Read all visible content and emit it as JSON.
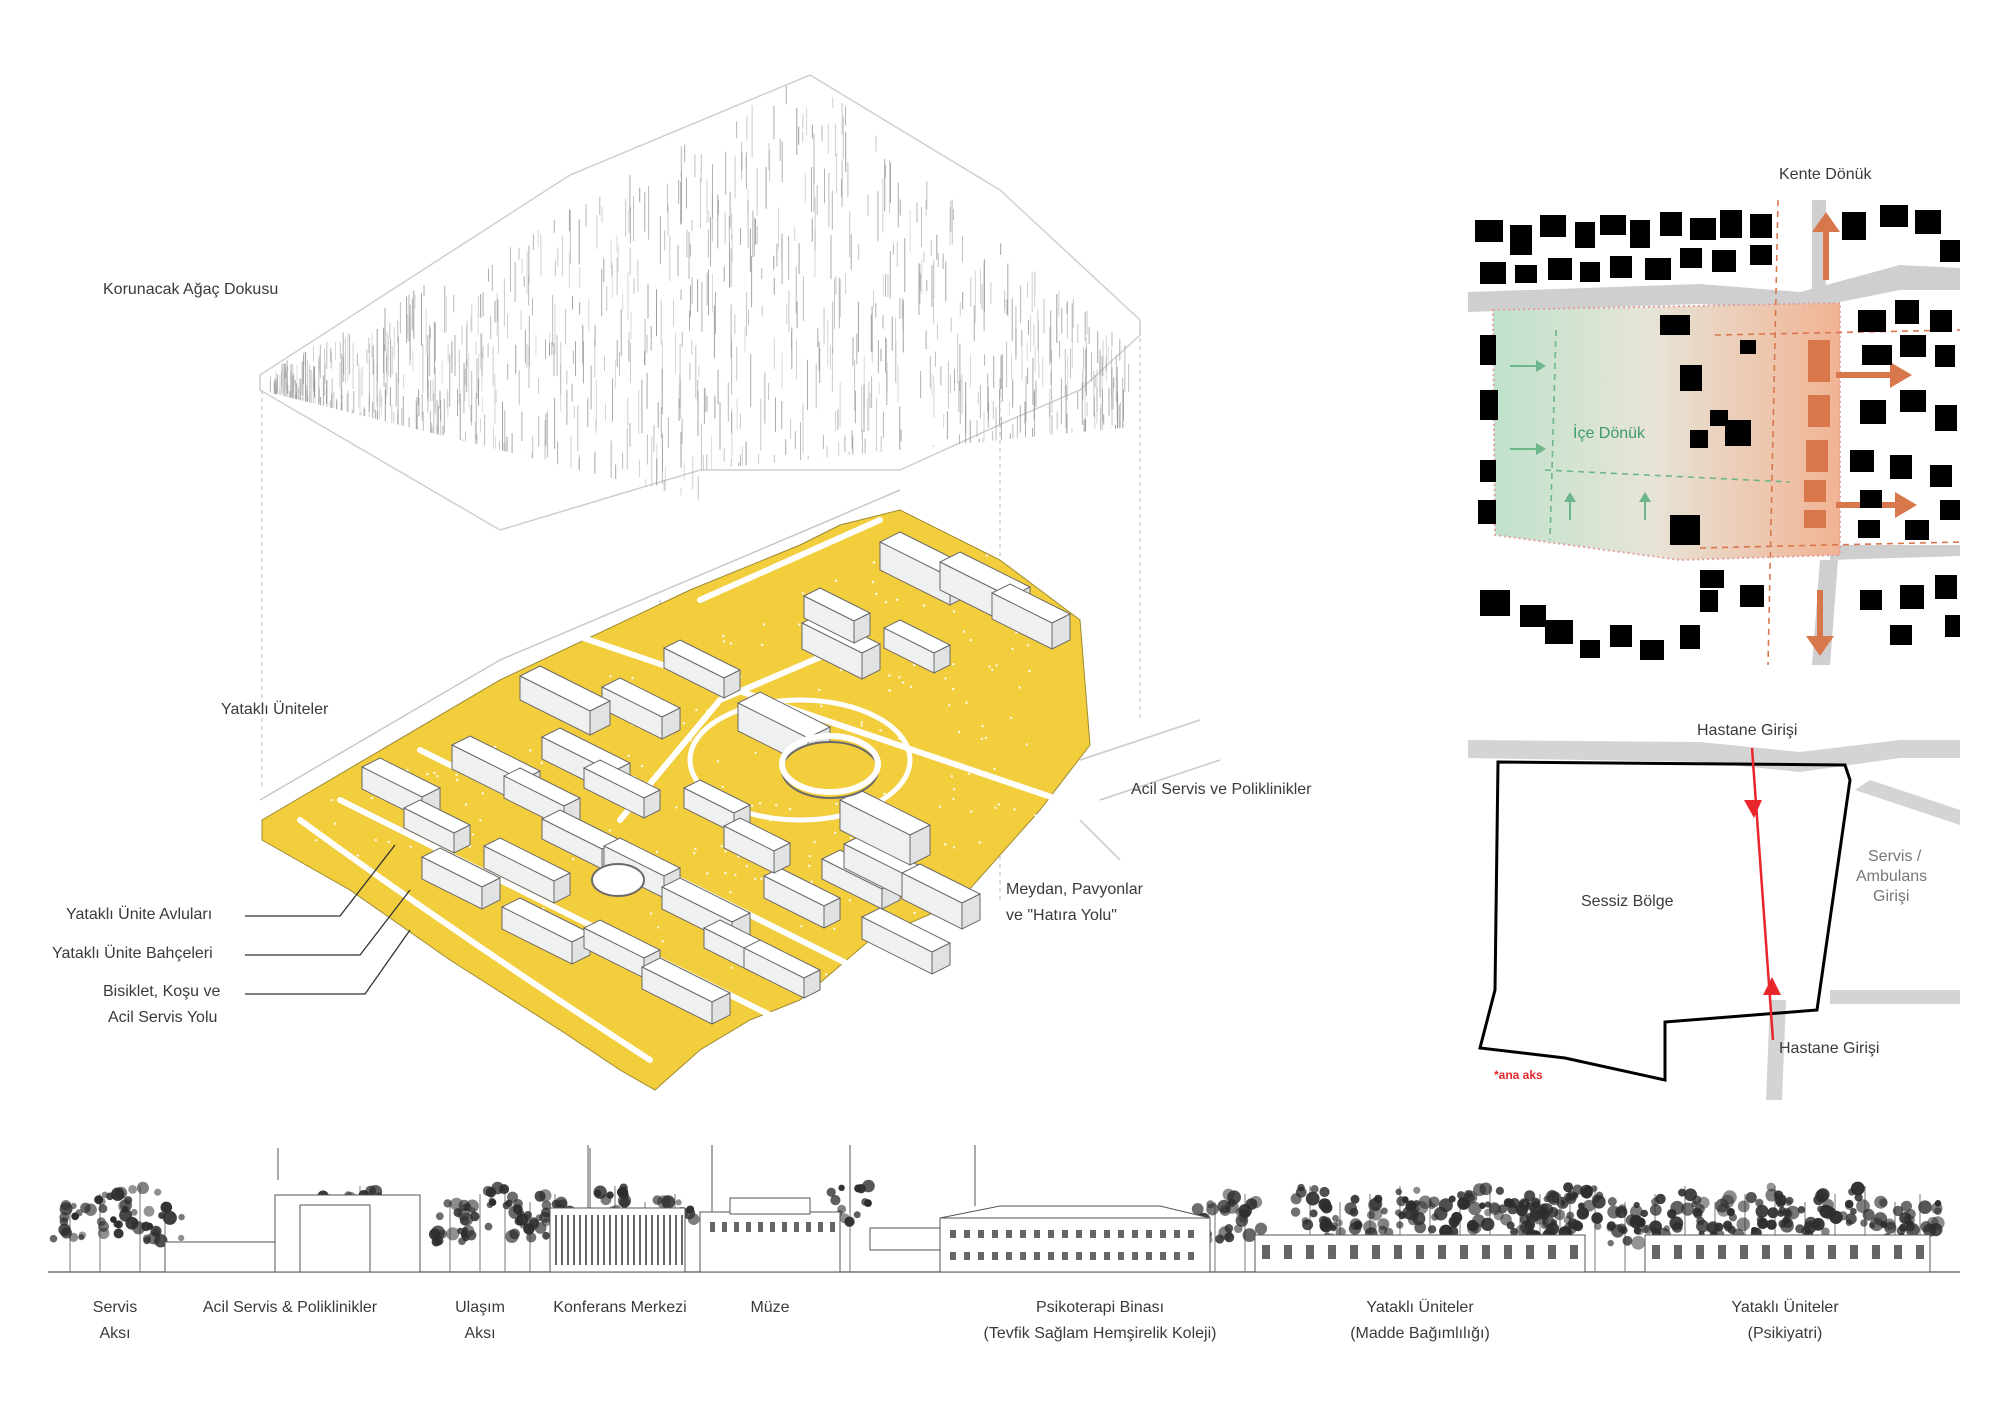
{
  "axonometric": {
    "labels": {
      "trees": "Korunacak Ağaç Dokusu",
      "wards": "Yataklı Üniteler",
      "emergency": "Acil Servis ve Poliklinikler",
      "square_line1": "Meydan, Pavyonlar",
      "square_line2": "ve \"Hatıra Yolu\"",
      "courtyards": "Yataklı Ünite Avluları",
      "gardens": "Yataklı Ünite Bahçeleri",
      "bike_line1": "Bisiklet, Koşu ve",
      "bike_line2": "Acil Servis Yolu"
    },
    "colors": {
      "ground": "#f2cd3c",
      "lines": "#555555",
      "buildings": "#ffffff"
    }
  },
  "site_plan": {
    "top_label": "Kente Dönük",
    "inner_label": "İçe Dönük",
    "colors": {
      "green_zone": "#9ed1b3",
      "orange_zone": "#e8a07a",
      "arrow": "#d9774c",
      "buildings": "#000000",
      "roads": "#cfcfcf"
    }
  },
  "access_plan": {
    "entrance_top": "Hastane Girişi",
    "entrance_bottom": "Hastane Girişi",
    "quiet_zone": "Sessiz Bölge",
    "service_line1": "Servis /",
    "service_line2": "Ambulans",
    "service_line3": "Girişi",
    "legend": "*ana aks",
    "colors": {
      "axis": "#e8262b",
      "boundary": "#000000",
      "roads": "#d4d4d4"
    }
  },
  "section": {
    "labels": [
      {
        "line1": "Servis",
        "line2": "Aksı"
      },
      {
        "line1": "Acil Servis & Poliklinikler",
        "line2": ""
      },
      {
        "line1": "Ulaşım",
        "line2": "Aksı"
      },
      {
        "line1": "Konferans Merkezi",
        "line2": ""
      },
      {
        "line1": "Müze",
        "line2": ""
      },
      {
        "line1": "Psikoterapi Binası",
        "line2": "(Tevfik Sağlam Hemşirelik Koleji)"
      },
      {
        "line1": "Yataklı Üniteler",
        "line2": "(Madde Bağımlılığı)"
      },
      {
        "line1": "Yataklı Üniteler",
        "line2": "(Psikiyatri)"
      }
    ]
  }
}
